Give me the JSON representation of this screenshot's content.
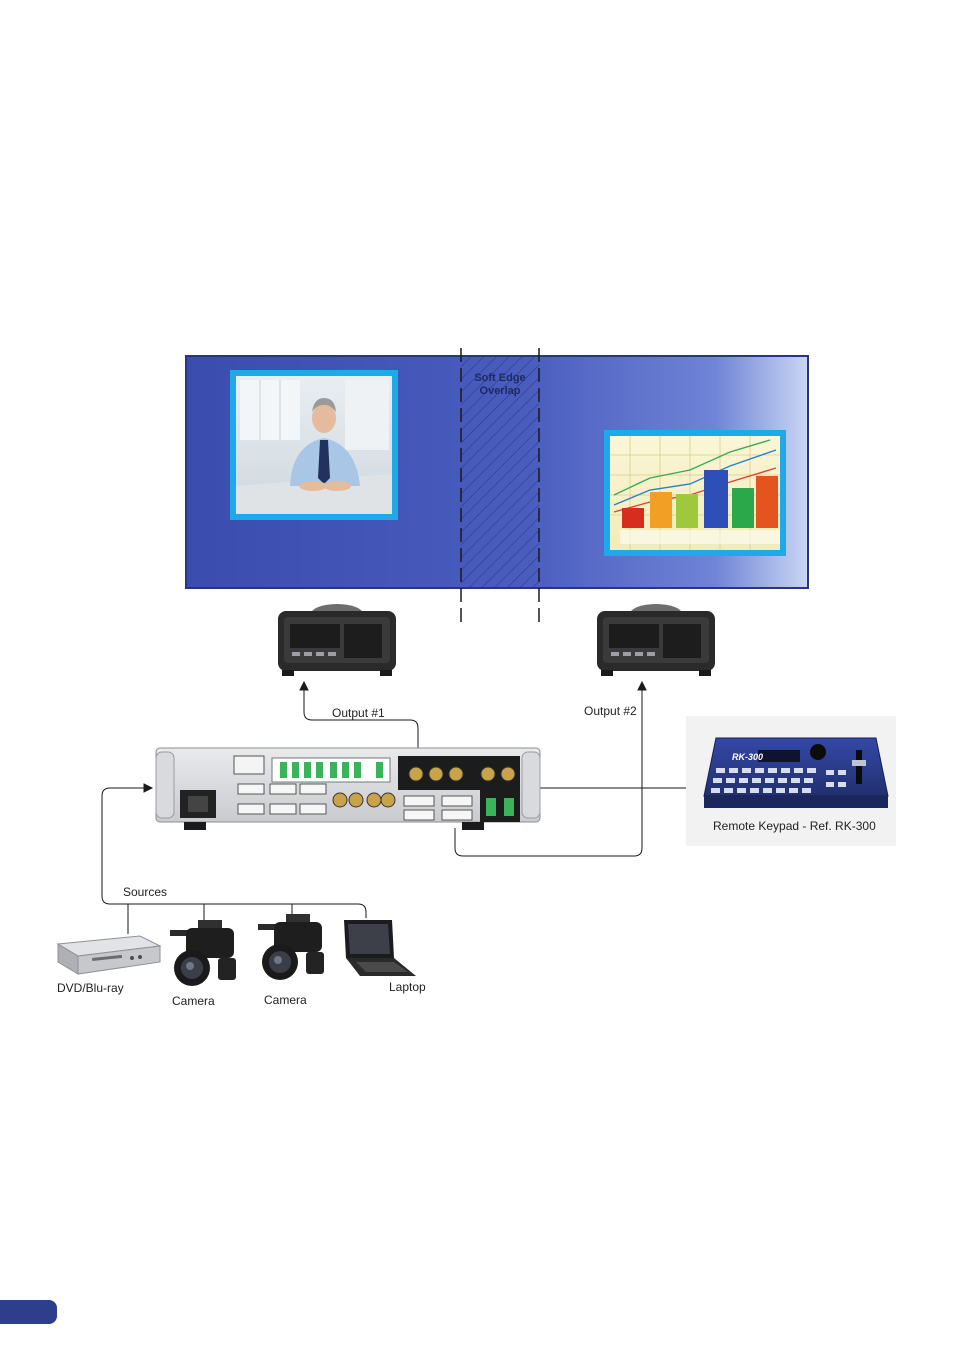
{
  "screen": {
    "overlap_label_line1": "Soft Edge",
    "overlap_label_line2": "Overlap"
  },
  "outputs": {
    "output1": "Output #1",
    "output2": "Output #2"
  },
  "remote": {
    "label": "Remote Keypad - Ref. RK-300",
    "model_text": "RK-300"
  },
  "sources": {
    "title": "Sources",
    "items": [
      "DVD/Blu-ray",
      "Camera",
      "Camera",
      "Laptop"
    ]
  },
  "colors": {
    "screen_blue": "#3f51b5",
    "frame_cyan": "#1ea9e8",
    "page_tab": "#2d3f8c"
  }
}
